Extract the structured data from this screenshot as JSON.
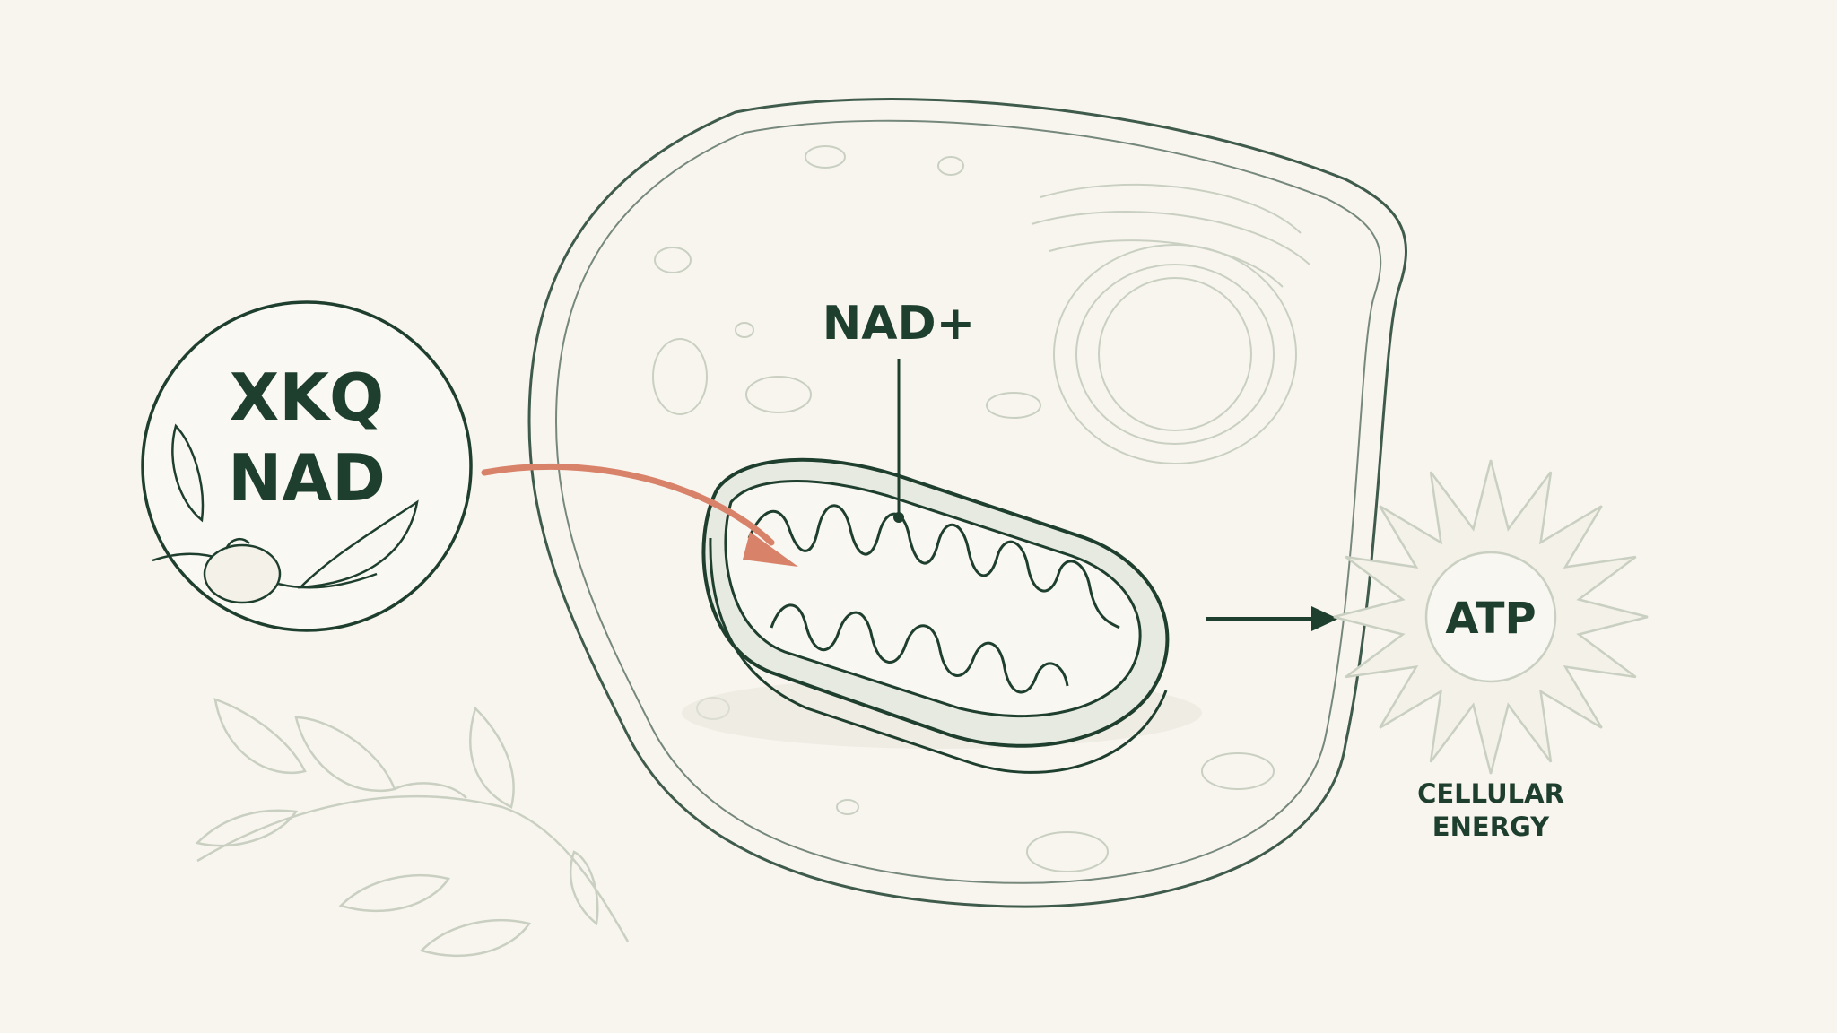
{
  "badge": {
    "line1": "XKQ",
    "line2": "NAD"
  },
  "labels": {
    "nad": "NAD+",
    "atp": "ATP",
    "energy_line1": "CELLULAR",
    "energy_line2": "ENERGY"
  },
  "colors": {
    "background": "#f8f5ef",
    "ink": "#1f3f2e",
    "faint_ink": "#c9d0c2",
    "accent_arrow": "#d9826a",
    "sun_fill": "#f3f1e8",
    "mito_fill": "#eef0e8"
  },
  "icons": {
    "badge": "botanical-fruit-icon",
    "sun": "sun-burst-icon",
    "branch": "leafy-branch-icon"
  }
}
